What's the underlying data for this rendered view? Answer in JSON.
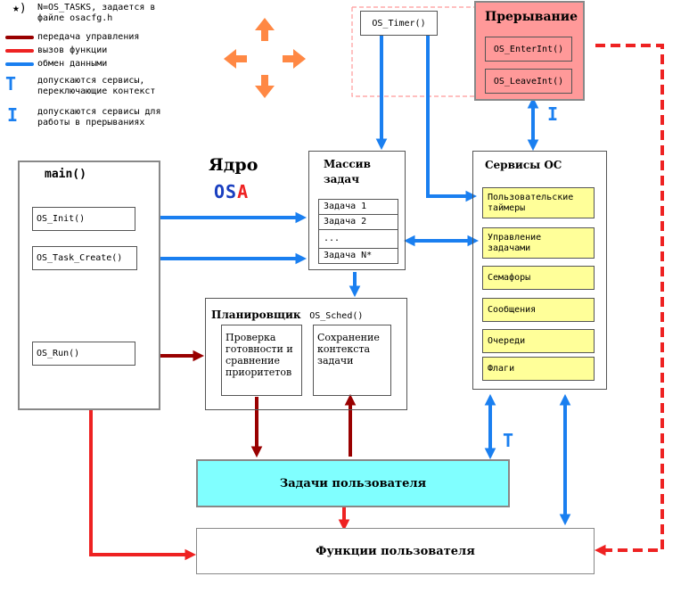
{
  "legend": {
    "note_symbol": "★)",
    "note_text_1": "N=OS_TASKS, задается в",
    "note_text_2": "файле osacfg.h",
    "items": [
      {
        "label": "передача управления",
        "color": "#990000"
      },
      {
        "label": "вызов функции",
        "color": "#ee2222"
      },
      {
        "label": "обмен данными",
        "color": "#1a7ff0"
      }
    ],
    "t_symbol": "T",
    "t_text_1": "допускаются сервисы,",
    "t_text_2": "переключающие контекст",
    "i_symbol": "I",
    "i_text_1": "допускаются сервисы для",
    "i_text_2": "работы в прерываниях"
  },
  "colors": {
    "kernel_fill": "#ffff80",
    "interrupt_fill": "#ff9999",
    "user_tasks_fill": "#80ffff",
    "control": "#990000",
    "call": "#ee2222",
    "data": "#1a7ff0",
    "decor": "#ff8844"
  },
  "main": {
    "title": "main()",
    "os_init": "OS_Init()",
    "os_task_create": "OS_Task_Create()",
    "os_run": "OS_Run()"
  },
  "timer": {
    "label": "OS_Timer()"
  },
  "interrupt": {
    "title": "Прерывание",
    "enter": "OS_EnterInt()",
    "leave": "OS_LeaveInt()",
    "i_marker": "I"
  },
  "kernel": {
    "title": "Ядро",
    "brand_o": "O",
    "brand_s": "S",
    "brand_a": "A"
  },
  "tasks_array": {
    "title_1": "Массив",
    "title_2": "задач",
    "rows": [
      "Задача 1",
      "Задача 2",
      "...",
      "Задача N*"
    ]
  },
  "scheduler": {
    "title": "Планировщик",
    "func": "OS_Sched()",
    "check": "Проверка готовности и сравнение приоритетов",
    "save": "Сохранение контекста задачи"
  },
  "services": {
    "title": "Сервисы ОС",
    "items": [
      "Пользовательские таймеры",
      "Управление задачами",
      "Семафоры",
      "Сообщения",
      "Очереди",
      "Флаги"
    ],
    "t_marker": "T"
  },
  "user_tasks": {
    "label": "Задачи пользователя"
  },
  "user_funcs": {
    "label": "Функции пользователя"
  }
}
